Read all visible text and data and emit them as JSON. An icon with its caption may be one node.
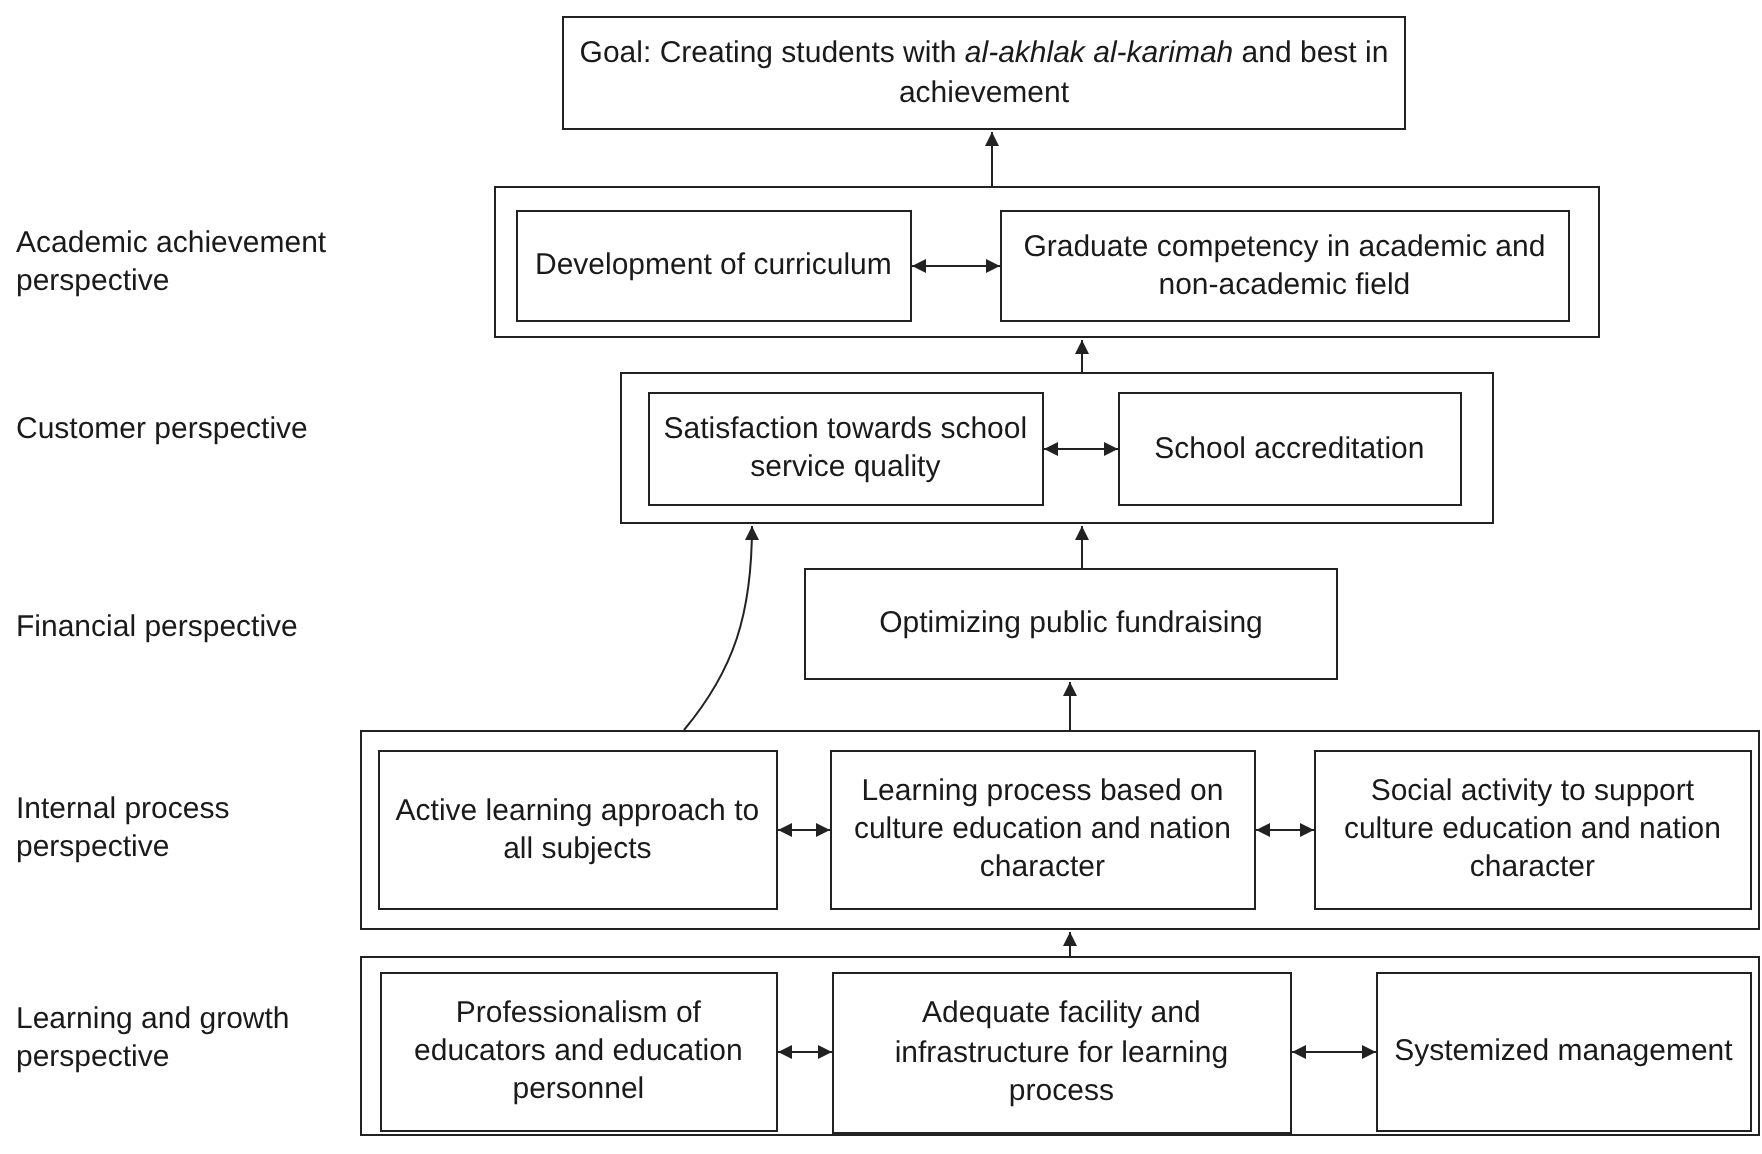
{
  "diagram": {
    "nodes": [
      {
        "text": [
          "Goal: Creating students with *al-akhlak al-karimah* and best in achievement"
        ]
      },
      {
        "text": [],
        "shape": "box"
      },
      {
        "text": [
          "Development of curriculum"
        ],
        "in": 1
      },
      {
        "text": [
          "Graduate competency in academic and non-academic field"
        ],
        "in": 1
      },
      {
        "text": [],
        "shape": "box"
      },
      {
        "text": [
          "Satisfaction towards school service quality"
        ],
        "in": 4
      },
      {
        "text": [
          "School accreditation"
        ],
        "in": 4
      },
      {
        "text": [
          "Optimizing public fundraising"
        ]
      },
      {
        "text": [],
        "shape": "box"
      },
      {
        "text": [
          "Active learning approach to all subjects"
        ],
        "in": 8
      },
      {
        "text": [
          "Learning process based on culture education and nation character"
        ],
        "in": 8
      },
      {
        "text": [
          "Social activity to support culture education and nation character"
        ],
        "in": 8
      },
      {
        "text": [],
        "shape": "box"
      },
      {
        "text": [
          "Professionalism of educators and education personnel"
        ],
        "in": 12
      },
      {
        "text": [
          "Adequate facility and infrastructure for learning process"
        ],
        "in": 12
      },
      {
        "text": [
          "Systemized management"
        ],
        "in": 12
      }
    ],
    "edges": [
      {
        "from": 1,
        "to": 0,
        "arrow": "to"
      },
      {
        "from": 2,
        "to": 3,
        "arrow": "both"
      },
      {
        "from": 4,
        "to": 1,
        "arrow": "to"
      },
      {
        "from": 5,
        "to": 6,
        "arrow": "both"
      },
      {
        "from": 7,
        "to": 4,
        "arrow": "to"
      },
      {
        "from": 8,
        "to": 4,
        "arrow": "to"
      },
      {
        "from": 8,
        "to": 7,
        "arrow": "to"
      },
      {
        "from": 9,
        "to": 10,
        "arrow": "both"
      },
      {
        "from": 10,
        "to": 11,
        "arrow": "both"
      },
      {
        "from": 12,
        "to": 8,
        "arrow": "to"
      },
      {
        "from": 13,
        "to": 14,
        "arrow": "both"
      },
      {
        "from": 14,
        "to": 15,
        "arrow": "both"
      }
    ],
    "labels": [
      "Academic achievement perspective",
      "Customer perspective",
      "Financial perspective",
      "Internal process perspective",
      "Learning and growth perspective"
    ]
  }
}
